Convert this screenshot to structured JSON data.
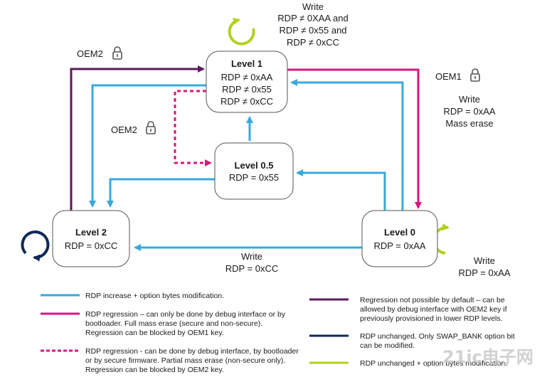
{
  "colors": {
    "increase": "#3aa8dc",
    "regression_magenta": "#d6177e",
    "regression_purple": "#5a1a5e",
    "unchanged_navy": "#0f2a57",
    "unchanged_lime": "#b5cf1e",
    "box_border": "#555555",
    "lock": "#555555"
  },
  "nodes": {
    "level1": {
      "title": "Level 1",
      "lines": [
        "RDP ≠ 0xAA",
        "RDP  ≠ 0x55",
        "RDP  ≠ 0xCC"
      ]
    },
    "level05": {
      "title": "Level 0.5",
      "lines": [
        "RDP = 0x55"
      ]
    },
    "level2": {
      "title": "Level 2",
      "lines": [
        "RDP = 0xCC"
      ]
    },
    "level0": {
      "title": "Level 0",
      "lines": [
        "RDP = 0xAA"
      ]
    }
  },
  "annotations": {
    "top_write": [
      "Write",
      "RDP ≠ 0XAA and",
      "RDP ≠ 0x55 and",
      "RDP ≠ 0xCC"
    ],
    "oem2_top": "OEM2",
    "oem1": "OEM1",
    "right_write": [
      "Write",
      "RDP = 0xAA",
      "Mass erase"
    ],
    "oem2_mid": "OEM2",
    "bottom_write": [
      "Write",
      "RDP = 0xCC"
    ],
    "level0_write": [
      "Write",
      "RDP = 0xAA"
    ]
  },
  "legend": [
    {
      "id": "increase",
      "style": "solid-blue",
      "lines": [
        "RDP increase + option bytes modification."
      ]
    },
    {
      "id": "regression",
      "style": "solid-magenta",
      "lines": [
        "RDP regression – can only be done by debug interface or by",
        "bootloader. Full mass erase (secure and non-secure).",
        "Regression can be blocked by OEM1 key."
      ]
    },
    {
      "id": "partial-regression",
      "style": "dashed-magenta",
      "lines": [
        "RDP regression - can be done by debug interface, by bootloader",
        "or by secure firmware. Partial mass erase (non-secure only).",
        "Regression can be blocked by OEM2 key."
      ]
    },
    {
      "id": "regression-not-possible",
      "style": "solid-purple",
      "lines": [
        "Regression not possible by default – can be",
        "allowed by debug interface with OEM2 key if",
        "previously provisioned in lower RDP levels."
      ]
    },
    {
      "id": "unchanged-swap",
      "style": "solid-navy",
      "lines": [
        "RDP unchanged. Only SWAP_BANK option bit",
        "can be modified."
      ]
    },
    {
      "id": "unchanged-lime",
      "style": "solid-lime",
      "lines": [
        "RDP unchanged + option bytes modification."
      ]
    }
  ],
  "watermark": "21ic电子网"
}
